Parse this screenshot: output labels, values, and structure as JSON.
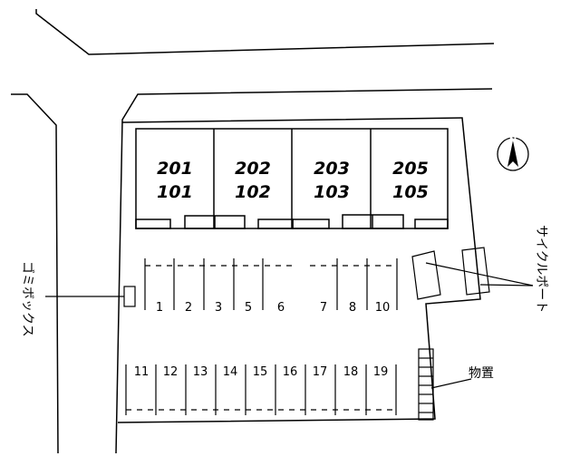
{
  "units": [
    {
      "upper": "201",
      "lower": "101"
    },
    {
      "upper": "202",
      "lower": "102"
    },
    {
      "upper": "203",
      "lower": "103"
    },
    {
      "upper": "205",
      "lower": "105"
    }
  ],
  "parking_row_upper": [
    "1",
    "2",
    "3",
    "5",
    "6",
    "7",
    "8",
    "10"
  ],
  "parking_row_lower": [
    "11",
    "12",
    "13",
    "14",
    "15",
    "16",
    "17",
    "18",
    "19"
  ],
  "labels": {
    "garbage_box": "ゴミボックス",
    "cycle_port": "サイクルポート",
    "storage": "物置",
    "north": "N"
  }
}
